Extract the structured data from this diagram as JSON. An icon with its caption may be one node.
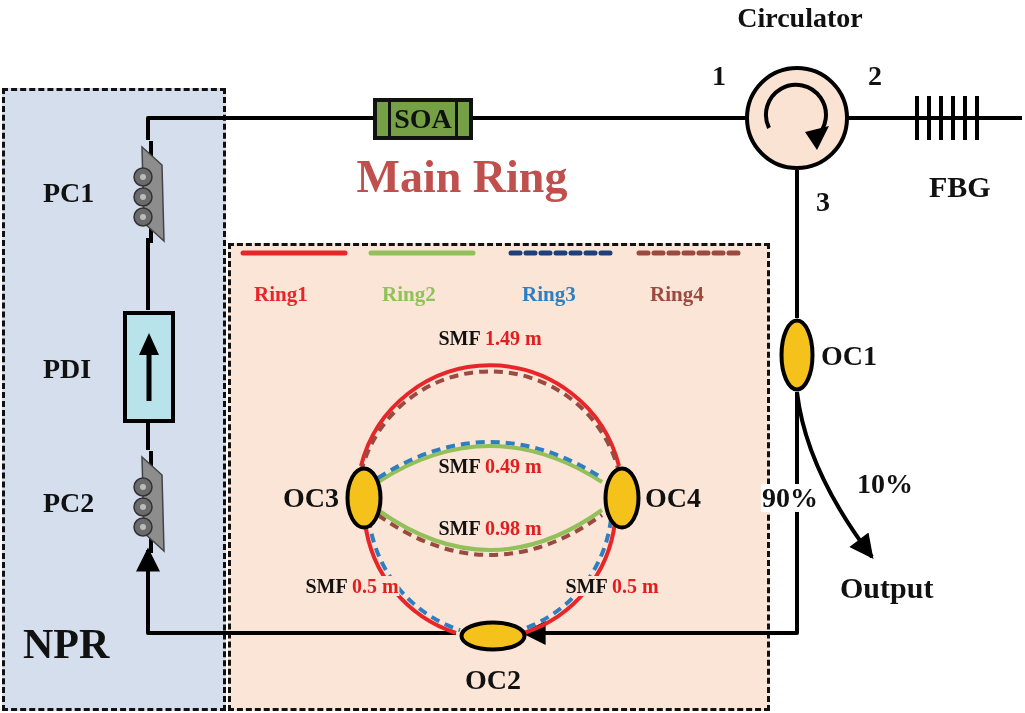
{
  "diagram": {
    "nodes": [
      {
        "text": [
          "NPR"
        ]
      },
      {
        "text": [
          "PC1"
        ],
        "in": 0
      },
      {
        "text": [
          "PDI"
        ],
        "in": 0
      },
      {
        "text": [
          "PC2"
        ],
        "in": 0
      },
      {
        "text": [
          "SOA"
        ]
      },
      {
        "text": [
          "Circulator"
        ],
        "beside": [
          "1",
          "2",
          "3"
        ]
      },
      {
        "text": [
          "FBG"
        ]
      },
      {
        "text": [
          "OC1"
        ]
      },
      {
        "text": [
          "Output"
        ]
      },
      {
        "text": [],
        "shape": "box"
      },
      {
        "text": [
          "OC2"
        ],
        "in": 9
      },
      {
        "text": [
          "OC3"
        ],
        "in": 9
      },
      {
        "text": [
          "OC4"
        ],
        "in": 9
      }
    ],
    "edges": [
      {
        "from": 1,
        "to": 4,
        "arrow": "none"
      },
      {
        "from": 4,
        "to": 5,
        "arrow": "none"
      },
      {
        "from": 5,
        "to": 6,
        "arrow": "none"
      },
      {
        "from": 5,
        "to": 7,
        "arrow": "none"
      },
      {
        "from": 7,
        "to": 8,
        "arrow": "to",
        "label": "10%"
      },
      {
        "from": 7,
        "to": 10,
        "arrow": "to",
        "label": "90%"
      },
      {
        "from": 10,
        "to": 3,
        "arrow": "to"
      },
      {
        "from": 3,
        "to": 2,
        "arrow": "none"
      },
      {
        "from": 2,
        "to": 1,
        "arrow": "none"
      },
      {
        "from": 11,
        "to": 12,
        "arrow": "none",
        "label": "SMF 1.49 m",
        "color": "#e8262a"
      },
      {
        "from": 11,
        "to": 12,
        "arrow": "none",
        "label": "SMF 0.49 m",
        "color": "#92c05a"
      },
      {
        "from": 11,
        "to": 12,
        "arrow": "none",
        "label": "SMF 0.98 m",
        "color": "#92c05a"
      },
      {
        "from": 11,
        "to": 10,
        "arrow": "none",
        "label": "SMF 0.5 m",
        "color": "#e8262a"
      },
      {
        "from": 12,
        "to": 10,
        "arrow": "none",
        "label": "SMF 0.5 m",
        "color": "#e8262a"
      }
    ],
    "labels": [
      "Main Ring"
    ],
    "legend": [
      {
        "text": "Ring1"
      },
      {
        "text": "Ring2"
      },
      {
        "text": "Ring3"
      },
      {
        "text": "Ring4"
      }
    ]
  }
}
